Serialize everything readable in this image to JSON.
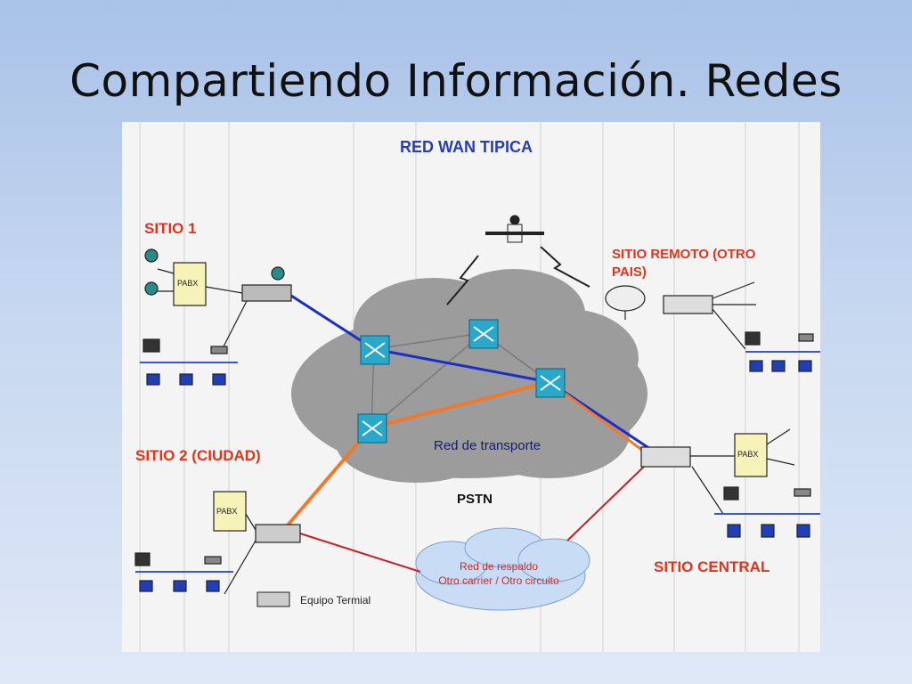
{
  "slide": {
    "title": "Compartiendo Información. Redes"
  },
  "diagram": {
    "heading": "RED WAN TIPICA",
    "sites": {
      "sitio1": "SITIO  1",
      "sitio2": "SITIO  2 (CIUDAD)",
      "remoto_line1": "SITIO  REMOTO (OTRO",
      "remoto_line2": "PAIS)",
      "central": "SITIO CENTRAL"
    },
    "pbx_label": "PABX",
    "transport_cloud": "Red de transporte",
    "pstn": "PSTN",
    "backup_cloud": {
      "line1": "Red de respaldo",
      "line2": "Otro carrier / Otro circuito"
    },
    "legend": {
      "terminal_equipment": "Equipo Termial"
    },
    "colors": {
      "title_red": "#e0341e",
      "heading_blue": "#2a3db0",
      "link_blue": "#1a2ec8",
      "link_orange": "#f07a2a",
      "link_red": "#c8202a",
      "cloud_gray": "#9a9a9a",
      "backup_cloud": "#c9dcf6",
      "switch_cyan": "#2aa7c9"
    }
  }
}
